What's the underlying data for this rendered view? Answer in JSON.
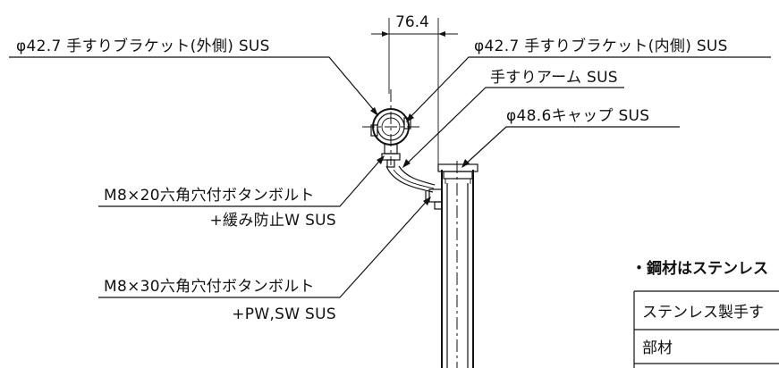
{
  "dimension": {
    "value": "76.4"
  },
  "labels": {
    "bracket_outer": "φ42.7 手すりブラケット(外側) SUS",
    "bracket_inner": "φ42.7 手すりブラケット(内側) SUS",
    "arm": "手すりアーム SUS",
    "cap": "φ48.6キャップ SUS",
    "bolt_m8x20_line1": "M8×20六角穴付ボタンボルト",
    "bolt_m8x20_line2": "+緩み防止W SUS",
    "bolt_m8x30_line1": "M8×30六角穴付ボタンボルト",
    "bolt_m8x30_line2": "+PW,SW SUS"
  },
  "note": {
    "title": "・鋼材はステンレス"
  },
  "table": {
    "rows": [
      "ステンレス製手す",
      "部材"
    ]
  }
}
